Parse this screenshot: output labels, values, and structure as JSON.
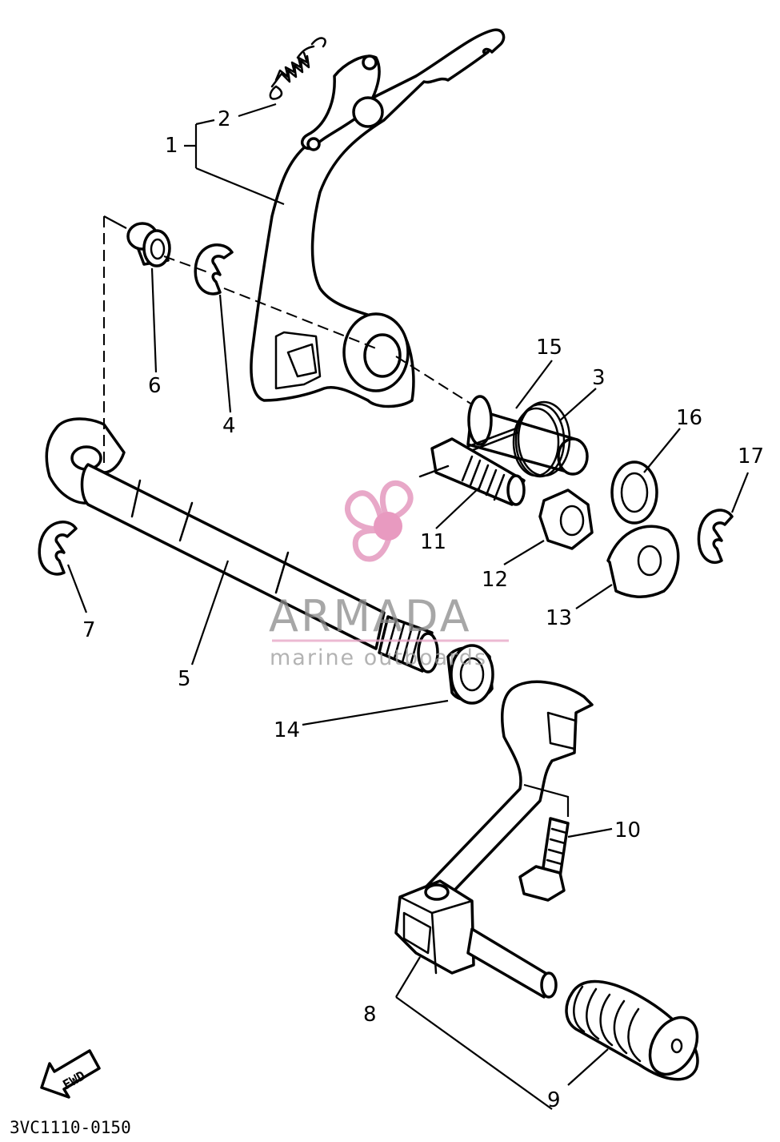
{
  "diagram": {
    "callouts": [
      {
        "id": "1",
        "label": "1"
      },
      {
        "id": "2",
        "label": "2"
      },
      {
        "id": "3",
        "label": "3"
      },
      {
        "id": "4",
        "label": "4"
      },
      {
        "id": "5",
        "label": "5"
      },
      {
        "id": "6",
        "label": "6"
      },
      {
        "id": "7",
        "label": "7"
      },
      {
        "id": "8",
        "label": "8"
      },
      {
        "id": "9",
        "label": "9"
      },
      {
        "id": "10",
        "label": "10"
      },
      {
        "id": "11",
        "label": "11"
      },
      {
        "id": "12",
        "label": "12"
      },
      {
        "id": "13",
        "label": "13"
      },
      {
        "id": "14",
        "label": "14"
      },
      {
        "id": "15",
        "label": "15"
      },
      {
        "id": "16",
        "label": "16"
      },
      {
        "id": "17",
        "label": "17"
      }
    ],
    "fwd_arrow_label": "FWD",
    "drawing_code": "3VC1110-0150"
  },
  "watermark": {
    "brand": "ARMADA",
    "tagline": "marine outboards",
    "color_primary": "#e8a8c8",
    "color_hub": "#e89ac0",
    "color_text": "#8a8a8a"
  }
}
